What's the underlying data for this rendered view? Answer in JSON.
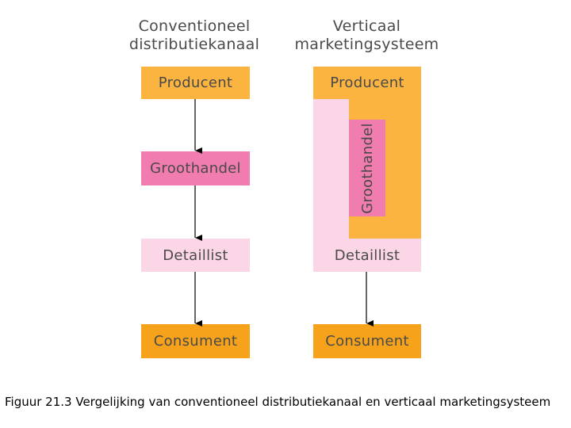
{
  "columns": {
    "conventional": {
      "title_line1": "Conventioneel",
      "title_line2": "distributiekanaal",
      "producer": "Producent",
      "wholesaler": "Groothandel",
      "retailer": "Detaillist",
      "consumer": "Consument"
    },
    "vertical": {
      "title_line1": "Verticaal",
      "title_line2": "marketingsysteem",
      "producer": "Producent",
      "wholesaler": "Groothandel",
      "retailer": "Detaillist",
      "consumer": "Consument"
    }
  },
  "caption": "Figuur 21.3 Vergelijking van conventioneel distributiekanaal en verticaal marketingsysteem",
  "colors": {
    "producer": "#fbb440",
    "wholesaler": "#f07cb0",
    "retailer": "#fad6e6",
    "consumer": "#f7a21b",
    "arrow": "#000000"
  }
}
